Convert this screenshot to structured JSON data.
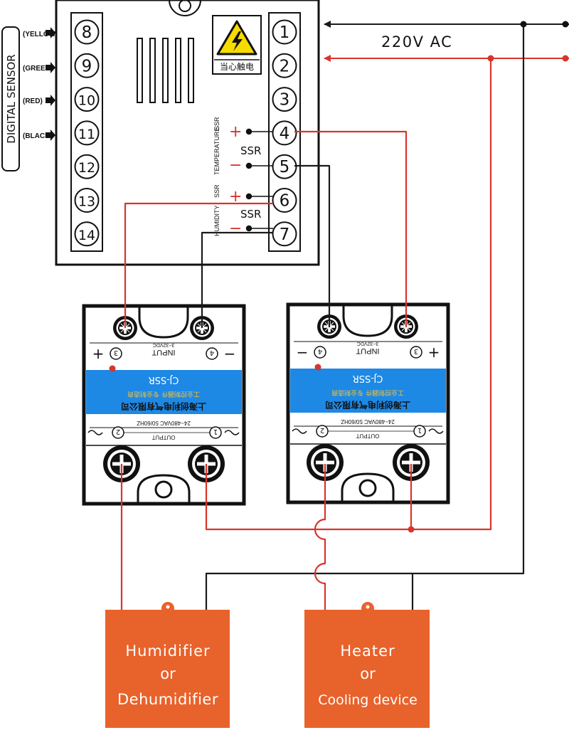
{
  "sensor": {
    "label": "DIGITAL SENSOR",
    "wires": [
      "(YELLOW)",
      "(GREEN)",
      "(RED)",
      "(BLACK)"
    ]
  },
  "controller": {
    "left_terminals": [
      "8",
      "9",
      "10",
      "11",
      "12",
      "13",
      "14"
    ],
    "right_terminals": [
      "1",
      "2",
      "3",
      "4",
      "5",
      "6",
      "7"
    ],
    "warning_text": "当心触电",
    "temperature_label": "TEMPERATURE",
    "humidity_label": "HUMIDITY",
    "ssr_small": "SSR",
    "ssr_big": "SSR",
    "plus": "+",
    "minus": "−"
  },
  "power": {
    "label": "220V AC"
  },
  "ssr_module": {
    "input_label": "INPUT",
    "input_range": "3~32VDC",
    "model": "CJ-SSR",
    "maker": "上海创利电气有限公司",
    "slogan": "工业控制器件   专业制造商",
    "rating": "24~480VAC  50/60HZ",
    "output_label": "OUTPUT",
    "t_in_minus": "4",
    "t_in_plus": "3",
    "t_out_1": "1",
    "t_out_2": "2",
    "sign_plus": "+",
    "sign_minus": "−"
  },
  "loads": {
    "left": [
      "Humidifier",
      "or",
      "Dehumidifier"
    ],
    "right": [
      "Heater",
      "or",
      "Cooling device"
    ]
  },
  "colors": {
    "wire_red": "#d7352c",
    "wire_black": "#1a1a1a",
    "band_blue": "#1e88e5",
    "load_orange": "#e8622b",
    "warning_yellow": "#f6dc00"
  },
  "icons": [
    "arrow-right-icon",
    "high-voltage-warning-icon",
    "screw-terminal-icon"
  ]
}
